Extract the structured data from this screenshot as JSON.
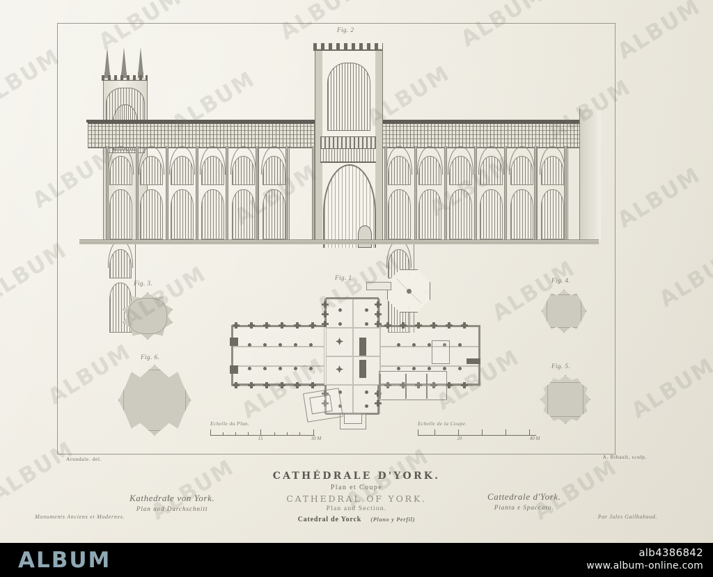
{
  "plate": {
    "figures": {
      "fig1": "Fig. 1",
      "fig2": "Fig. 2",
      "fig3": "Fig. 3.",
      "fig4": "Fig. 4.",
      "fig5": "Fig. 5.",
      "fig6": "Fig. 6."
    },
    "credits": {
      "draftsman": "Arundale. del.",
      "engraver": "A. Ribault, sculp."
    },
    "scales": {
      "plan": {
        "title": "Echelle du Plan.",
        "ticks": [
          "",
          "",
          "",
          "15",
          "",
          "",
          "30 M"
        ],
        "labels": [
          {
            "value": "15",
            "pos": 50
          },
          {
            "value": "30 M",
            "pos": 100
          }
        ]
      },
      "section": {
        "title": "Echelle de la Coupe.",
        "ticks": [
          "",
          "",
          "20",
          "",
          "",
          "40 M"
        ],
        "labels": [
          {
            "value": "20",
            "pos": 40
          },
          {
            "value": "40 M",
            "pos": 100
          }
        ]
      }
    },
    "captions": {
      "french": {
        "title": "CATHÉDRALE D'YORK.",
        "subtitle": "Plan et Coupe"
      },
      "english": {
        "title": "CATHEDRAL OF YORK.",
        "subtitle": "Plan and Section."
      },
      "spanish": {
        "title": "Catedral de Yorck",
        "subtitle": "(Plano y Perfil)"
      },
      "german": {
        "title": "Kathedrale von York.",
        "subtitle": "Plan und Durchschnitt",
        "series": "Monuments Anciens et Modernes."
      },
      "italian": {
        "title": "Cattedrale d'York.",
        "subtitle": "Pianta e Spaccato.",
        "publisher": "Par Jules Gailhabaud."
      }
    },
    "watermark_text": "ALBUM"
  },
  "footer": {
    "logo": "ALBUM",
    "id": "alb4386842",
    "url": "www.album-online.com"
  },
  "colors": {
    "paper": "#efece2",
    "ink": "#6e6b63",
    "footer_bg": "#000000",
    "footer_logo": "#8fa8b4"
  }
}
